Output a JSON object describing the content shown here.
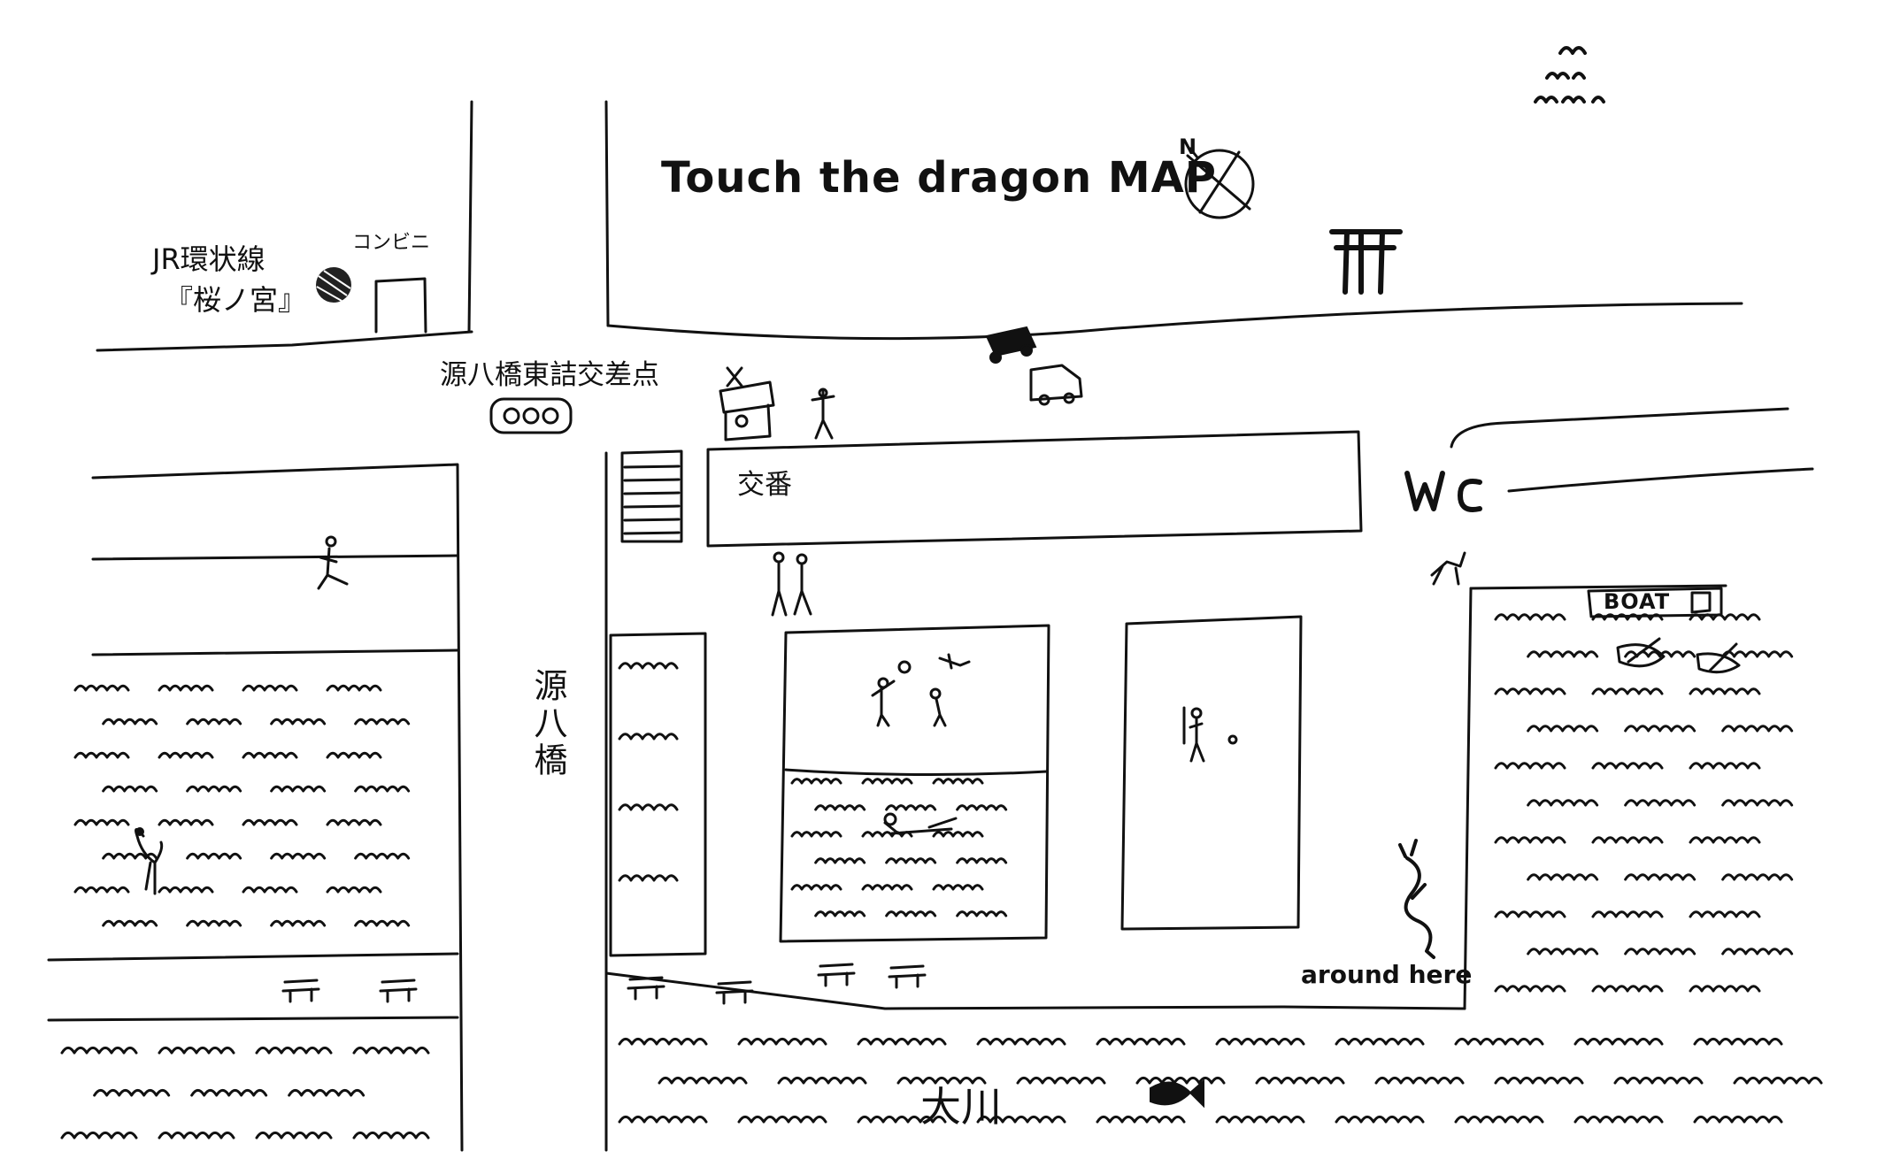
{
  "map": {
    "title": "Touch the dragon MAP",
    "compass_letter": "N",
    "labels": {
      "station": "JR環状線",
      "station_name": "『桜ノ宮』",
      "convenience_store": "コンビニ",
      "intersection": "源八橋東詰交差点",
      "koban": "交番",
      "bridge": "源八橋",
      "river": "大川",
      "toilet": "WC",
      "boat": "BOAT",
      "dragon_spot": "around here"
    }
  }
}
